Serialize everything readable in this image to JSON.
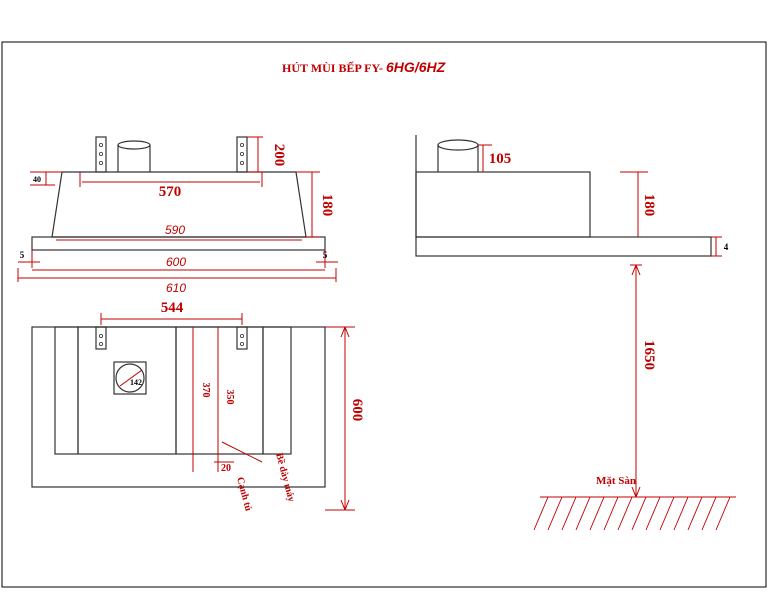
{
  "title": {
    "prefix": "HÚT MÙI BẾP FY-",
    "model": "6HG/6HZ"
  },
  "front_view": {
    "dim_height_top": "200",
    "dim_side_40": "40",
    "dim_inner_width": "570",
    "dim_body_height": "180",
    "dim_590": "590",
    "dim_left_5": "5",
    "dim_right_5": "5",
    "dim_600": "600",
    "dim_610": "610"
  },
  "side_view": {
    "dim_105": "105",
    "dim_180": "180",
    "dim_4": "4",
    "dim_1650": "1650",
    "floor_label": "Mặt Sàn"
  },
  "bottom_view": {
    "dim_544": "544",
    "dim_142": "142",
    "dim_370": "370",
    "dim_350": "350",
    "dim_20": "20",
    "dim_600": "600",
    "label_edge": "Cạnh tủ",
    "label_thickness": "Bề dày máy"
  },
  "colors": {
    "dimension": "#c00000",
    "outline": "#333333"
  }
}
